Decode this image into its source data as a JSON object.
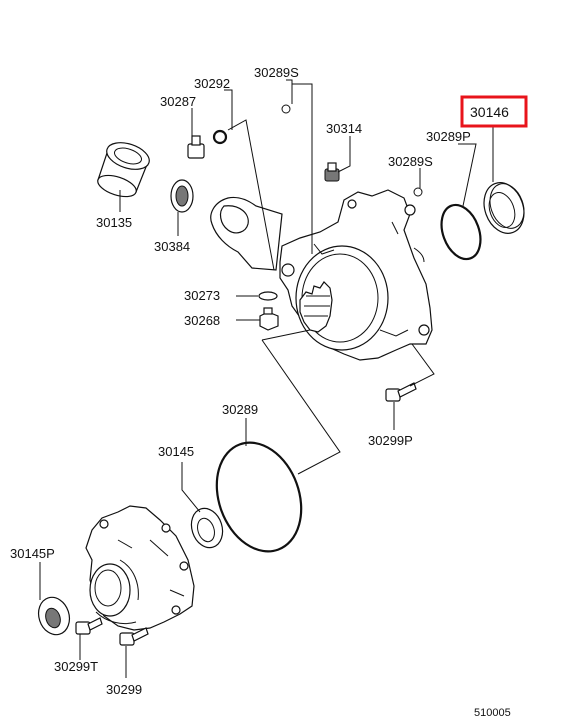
{
  "diagram": {
    "highlight_color": "#e8141b",
    "labels": {
      "p30289S_top": "30289S",
      "p30292": "30292",
      "p30287": "30287",
      "p30314": "30314",
      "p30146": "30146",
      "p30289P": "30289P",
      "p30289S_right": "30289S",
      "p30135": "30135",
      "p30384": "30384",
      "p30273": "30273",
      "p30268": "30268",
      "p30289": "30289",
      "p30299P": "30299P",
      "p30145": "30145",
      "p30145P": "30145P",
      "p30299T": "30299T",
      "p30299": "30299",
      "ref": "510005"
    }
  }
}
